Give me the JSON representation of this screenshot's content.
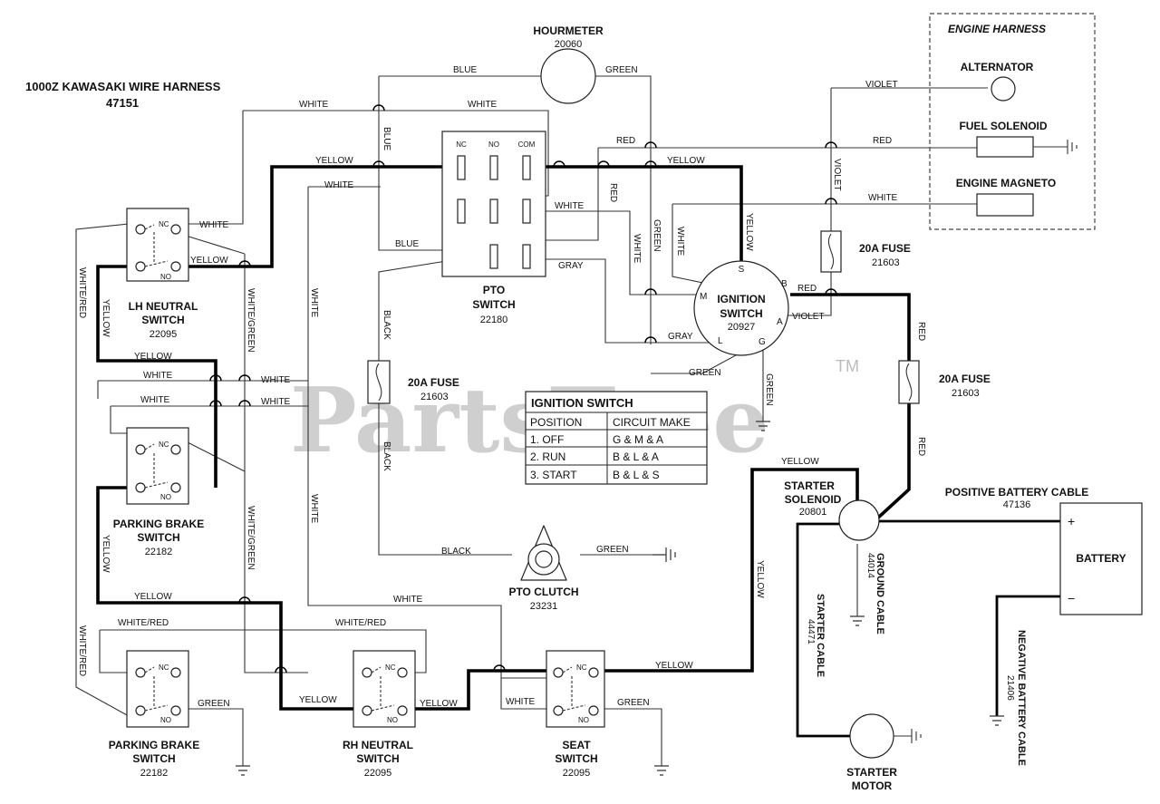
{
  "watermark": {
    "text": "PartsTree",
    "tm": "TM"
  },
  "title": {
    "line1": "1000Z KAWASAKI WIRE HARNESS",
    "line2": "47151"
  },
  "hourmeter": {
    "name": "HOURMETER",
    "part": "20060"
  },
  "engine_harness": {
    "title": "ENGINE HARNESS",
    "alternator": "ALTERNATOR",
    "fuel_solenoid": "FUEL SOLENOID",
    "engine_magneto": "ENGINE MAGNETO"
  },
  "pto_switch": {
    "name1": "PTO",
    "name2": "SWITCH",
    "part": "22180",
    "nc": "NC",
    "no": "NO",
    "com": "COM"
  },
  "ignition_switch": {
    "name1": "IGNITION",
    "name2": "SWITCH",
    "part": "20927",
    "s": "S",
    "b": "B",
    "m": "M",
    "a": "A",
    "l": "L",
    "g": "G"
  },
  "fuse_top": {
    "name": "20A FUSE",
    "part": "21603"
  },
  "fuse_left": {
    "name": "20A FUSE",
    "part": "21603"
  },
  "fuse_right": {
    "name": "20A FUSE",
    "part": "21603"
  },
  "lh_neutral": {
    "name1": "LH NEUTRAL",
    "name2": "SWITCH",
    "part": "22095"
  },
  "parking_brake_1": {
    "name1": "PARKING BRAKE",
    "name2": "SWITCH",
    "part": "22182"
  },
  "parking_brake_2": {
    "name1": "PARKING BRAKE",
    "name2": "SWITCH",
    "part": "22182"
  },
  "rh_neutral": {
    "name1": "RH NEUTRAL",
    "name2": "SWITCH",
    "part": "22095"
  },
  "seat_switch": {
    "name1": "SEAT",
    "name2": "SWITCH",
    "part": "22095"
  },
  "pto_clutch": {
    "name": "PTO CLUTCH",
    "part": "23231"
  },
  "starter_solenoid": {
    "name1": "STARTER",
    "name2": "SOLENOID",
    "part": "20801"
  },
  "starter_motor": {
    "name1": "STARTER",
    "name2": "MOTOR"
  },
  "battery": {
    "name": "BATTERY",
    "plus": "+",
    "minus": "−"
  },
  "cables": {
    "positive": "POSITIVE BATTERY CABLE",
    "positive_part": "47136",
    "ground": "GROUND CABLE",
    "ground_part": "44014",
    "starter": "STARTER CABLE",
    "starter_part": "44471",
    "negative": "NEGATIVE BATTERY CABLE",
    "negative_part": "21406"
  },
  "switch_contacts": {
    "nc": "NC",
    "no": "NO"
  },
  "ignition_table": {
    "title": "IGNITION SWITCH",
    "headers": [
      "POSITION",
      "CIRCUIT MAKE"
    ],
    "rows": [
      [
        "1. OFF",
        "G & M & A"
      ],
      [
        "2. RUN",
        "B & L & A"
      ],
      [
        "3. START",
        "B & L & S"
      ]
    ]
  },
  "wires": {
    "blue": "BLUE",
    "green": "GREEN",
    "white": "WHITE",
    "yellow": "YELLOW",
    "red": "RED",
    "violet": "VIOLET",
    "black": "BLACK",
    "gray": "GRAY",
    "white_green": "WHITE/GREEN",
    "white_red": "WHITE/RED"
  }
}
